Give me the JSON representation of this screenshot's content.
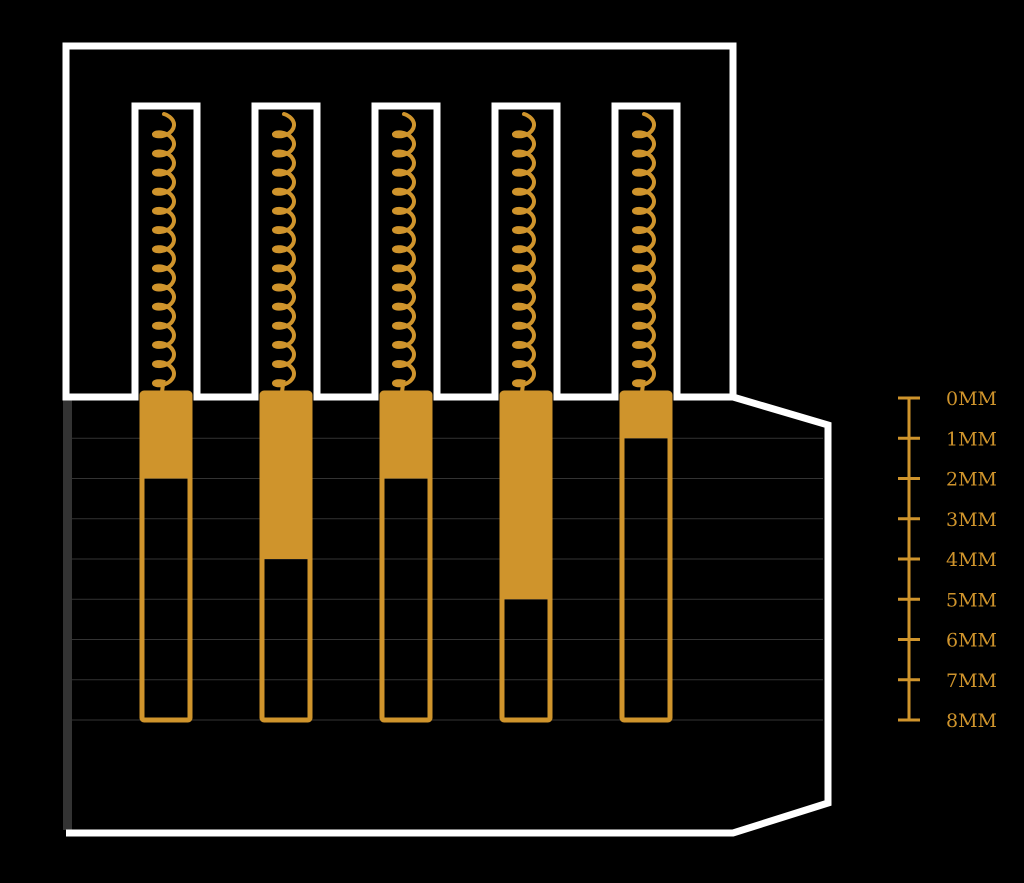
{
  "title": "Pin tumbler lock diagram",
  "colors": {
    "background": "#000000",
    "outline": "#ffffff",
    "pin": "#cf942c",
    "grid": "#333333",
    "plug_edge": "#333333"
  },
  "scale": {
    "unit": "MM",
    "min": 0,
    "max": 8,
    "labels": [
      "0MM",
      "1MM",
      "2MM",
      "3MM",
      "4MM",
      "5MM",
      "6MM",
      "7MM",
      "8MM"
    ]
  },
  "pins": [
    {
      "id": 1,
      "depth_mm": 2
    },
    {
      "id": 2,
      "depth_mm": 4
    },
    {
      "id": 3,
      "depth_mm": 2
    },
    {
      "id": 4,
      "depth_mm": 5
    },
    {
      "id": 5,
      "depth_mm": 1
    }
  ]
}
